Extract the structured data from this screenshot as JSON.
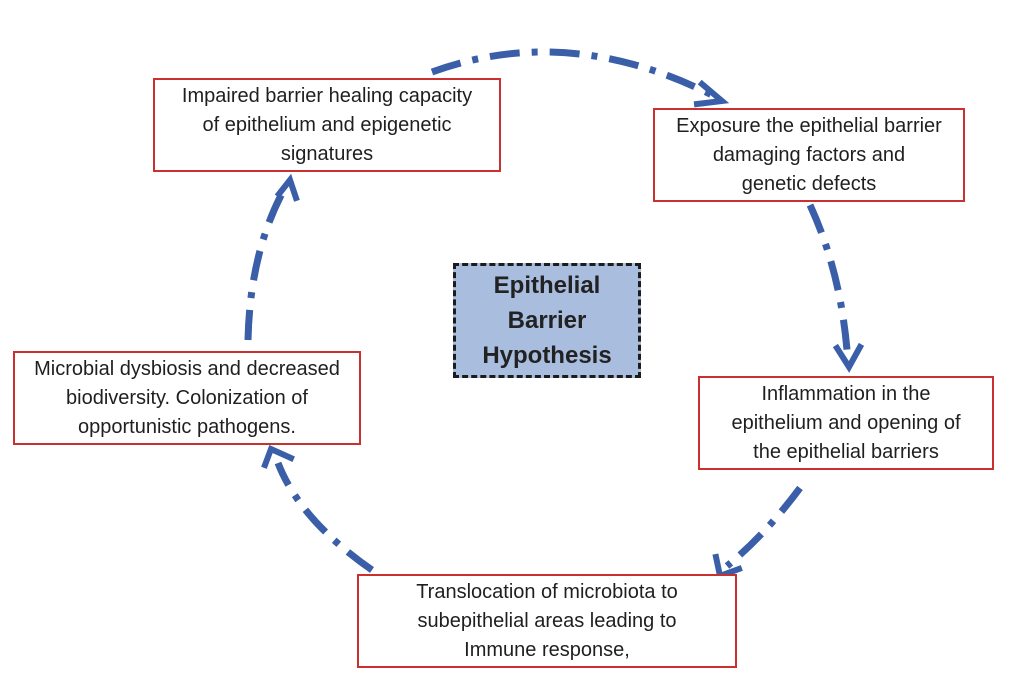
{
  "diagram": {
    "center_title": "Epithelial\nBarrier\nHypothesis",
    "stages": [
      {
        "text": "Impaired barrier healing capacity\nof epithelium and epigenetic\nsignatures"
      },
      {
        "text": "Exposure the epithelial barrier\ndamaging factors and\ngenetic defects"
      },
      {
        "text": "Inflammation in the\nepithelium and opening of\nthe epithelial barriers"
      },
      {
        "text": "Translocation of microbiota to\nsubepithelial areas leading to\nImmune response,"
      },
      {
        "text": "Microbial dysbiosis and decreased\nbiodiversity. Colonization of\nopportunistic pathogens."
      }
    ],
    "colors": {
      "arrow": "#3b5ea8",
      "box_border": "#c8312f",
      "center_fill": "#a9bddf",
      "center_border": "#1c1c1c"
    },
    "arrow_style": "dash-dot",
    "flow_direction": "clockwise"
  }
}
